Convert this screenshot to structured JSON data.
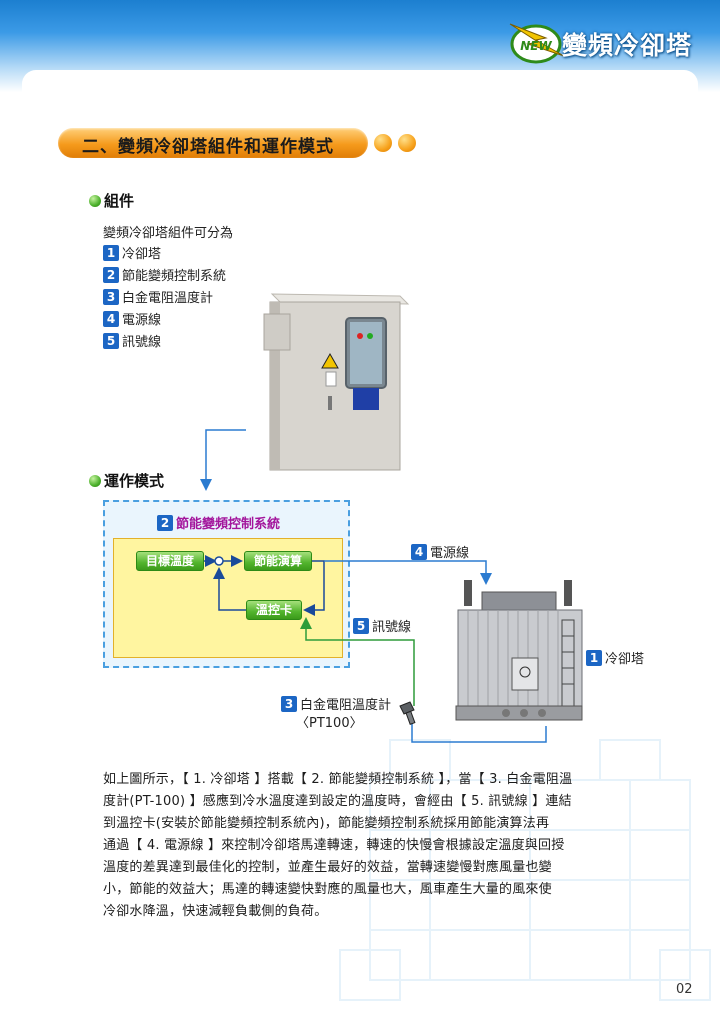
{
  "header": {
    "title": "變頻冷卻塔",
    "logo_text": "NEW"
  },
  "section": {
    "title": "二、變頻冷卻塔組件和運作模式"
  },
  "components": {
    "heading": "組件",
    "intro": "變頻冷卻塔組件可分為",
    "items": [
      {
        "num": "1",
        "label": "冷卻塔"
      },
      {
        "num": "2",
        "label": "節能變頻控制系統"
      },
      {
        "num": "3",
        "label": "白金電阻溫度計"
      },
      {
        "num": "4",
        "label": "電源線"
      },
      {
        "num": "5",
        "label": "訊號線"
      }
    ]
  },
  "operation": {
    "heading": "運作模式",
    "system_label": {
      "num": "2",
      "label": "節能變頻控制系統"
    },
    "target_temp": "目標溫度",
    "energy_calc": "節能演算",
    "temp_card": "溫控卡",
    "power_line": {
      "num": "4",
      "label": "電源線"
    },
    "signal_line": {
      "num": "5",
      "label": "訊號線"
    },
    "tower": {
      "num": "1",
      "label": "冷卻塔"
    },
    "thermometer": {
      "num": "3",
      "label": "白金電阻溫度計",
      "model": "〈PT100〉"
    }
  },
  "paragraph": [
    "如上圖所示，【 1. 冷卻塔 】搭載【 2. 節能變頻控制系統 】，當【 3. 白金電阻溫",
    "度計(PT-100) 】感應到冷水溫度達到設定的溫度時，會經由【 5. 訊號線 】連結",
    "到溫控卡(安裝於節能變頻控制系統內)，節能變頻控制系統採用節能演算法再",
    "通過【 4. 電源線 】來控制冷卻塔馬達轉速，轉速的快慢會根據設定溫度與回授",
    "溫度的差異達到最佳化的控制，並產生最好的效益，當轉速變慢對應風量也變",
    "小，節能的效益大；馬達的轉速變快對應的風量也大，風車產生大量的風來使",
    "冷卻水降溫，快速減輕負載側的負荷。"
  ],
  "page_number": "02",
  "colors": {
    "accent_blue": "#1c66c4",
    "banner_orange": "#f59a1c",
    "green": "#52b42d",
    "signal_green": "#2f9c3a",
    "power_blue": "#2b7bd0"
  }
}
